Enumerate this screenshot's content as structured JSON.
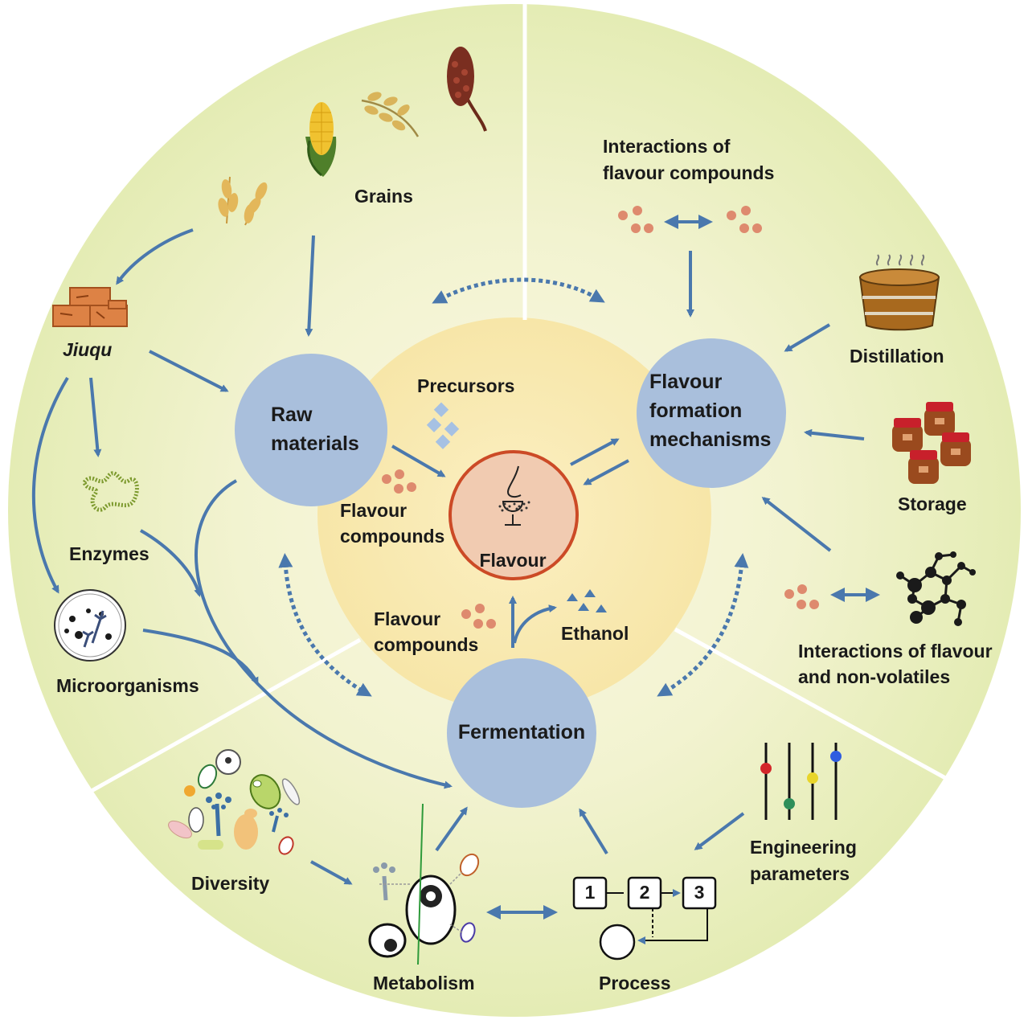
{
  "colors": {
    "outer_ring": "#e4ecb4",
    "center_disc": "#f8e8ae",
    "hub": "#a9bfdc",
    "arrow": "#4a78ad",
    "flavour_circle_fill": "#f1cbb1",
    "flavour_circle_stroke": "#cc4a26",
    "compound_dot": "#de8a6e",
    "precursor": "#a6c1e3",
    "jiuqu_brick": "#dd8245"
  },
  "hubs": {
    "raw_materials": [
      "Raw",
      "materials"
    ],
    "mechanisms": [
      "Flavour",
      "formation",
      "mechanisms"
    ],
    "fermentation": "Fermentation",
    "flavour": "Flavour"
  },
  "labels": {
    "grains": "Grains",
    "jiuqu": "Jiuqu",
    "enzymes": "Enzymes",
    "microorganisms": "Microorganisms",
    "interactions_flavour": [
      "Interactions of",
      "flavour compounds"
    ],
    "distillation": "Distillation",
    "storage": "Storage",
    "interactions_nonvolatiles": [
      "Interactions of flavour",
      "and non-volatiles"
    ],
    "precursors": "Precursors",
    "flavour_compounds_upper": [
      "Flavour",
      "compounds"
    ],
    "flavour_compounds_lower": [
      "Flavour",
      "compounds"
    ],
    "ethanol": "Ethanol",
    "diversity": "Diversity",
    "metabolism": "Metabolism",
    "process": "Process",
    "engineering": [
      "Engineering",
      "parameters"
    ]
  },
  "process_steps": [
    "1",
    "2",
    "3"
  ],
  "icons": {
    "grains": [
      "sorghum-icon",
      "rice-icon",
      "corn-icon",
      "wheat-icon"
    ],
    "jiuqu": "brick-icon",
    "enzymes": "enzyme-chain-icon",
    "microorganisms": "petri-dish-icon",
    "distillation": "steaming-pot-icon",
    "storage": "jars-icon",
    "nonvolatiles": "molecule-icon",
    "flavour": "nose-glass-icon",
    "diversity": "microbes-icon",
    "metabolism": "cell-icon",
    "engineering": "slider-icon"
  }
}
